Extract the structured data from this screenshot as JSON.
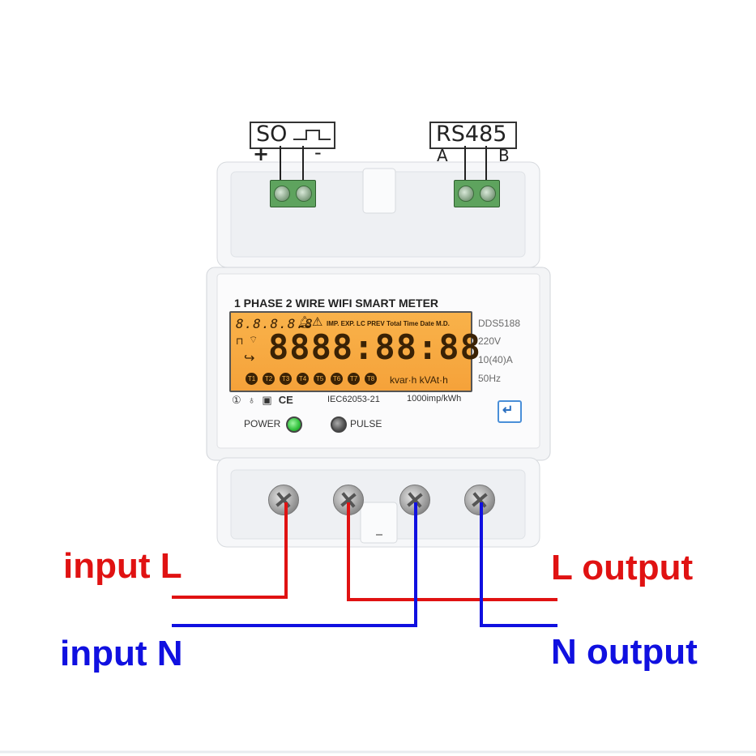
{
  "terminals": {
    "so": {
      "label": "SO",
      "plus": "+",
      "minus": "-"
    },
    "rs485": {
      "label": "RS485",
      "a": "A",
      "b": "B"
    }
  },
  "meter": {
    "title": "1 PHASE 2 WIRE WIFI  SMART METER",
    "model": "DDS5188",
    "voltage": "220V",
    "current": "10(40)A",
    "frequency": "50Hz",
    "standard": "IEC62053-21",
    "constant": "1000imp/kWh",
    "power_label": "POWER",
    "pulse_label": "PULSE",
    "lcd": {
      "small_digits": "8.8.8.8.8",
      "indicators": "IMP. EXP. LC PREV Total Time Date M.D.",
      "main_digits": "8888:88:88",
      "units": "kvar·h kVAt·h",
      "tariffs": [
        "T1",
        "T2",
        "T3",
        "T4",
        "T5",
        "T6",
        "T7",
        "T8"
      ]
    },
    "led_colors": {
      "power": "#2fbf3a",
      "pulse": "#555555"
    }
  },
  "wiring": {
    "input_l": "input L",
    "input_n": "input N",
    "output_l": "L output",
    "output_n": "N output",
    "colors": {
      "live": "#e01212",
      "neutral": "#1010e0"
    }
  }
}
